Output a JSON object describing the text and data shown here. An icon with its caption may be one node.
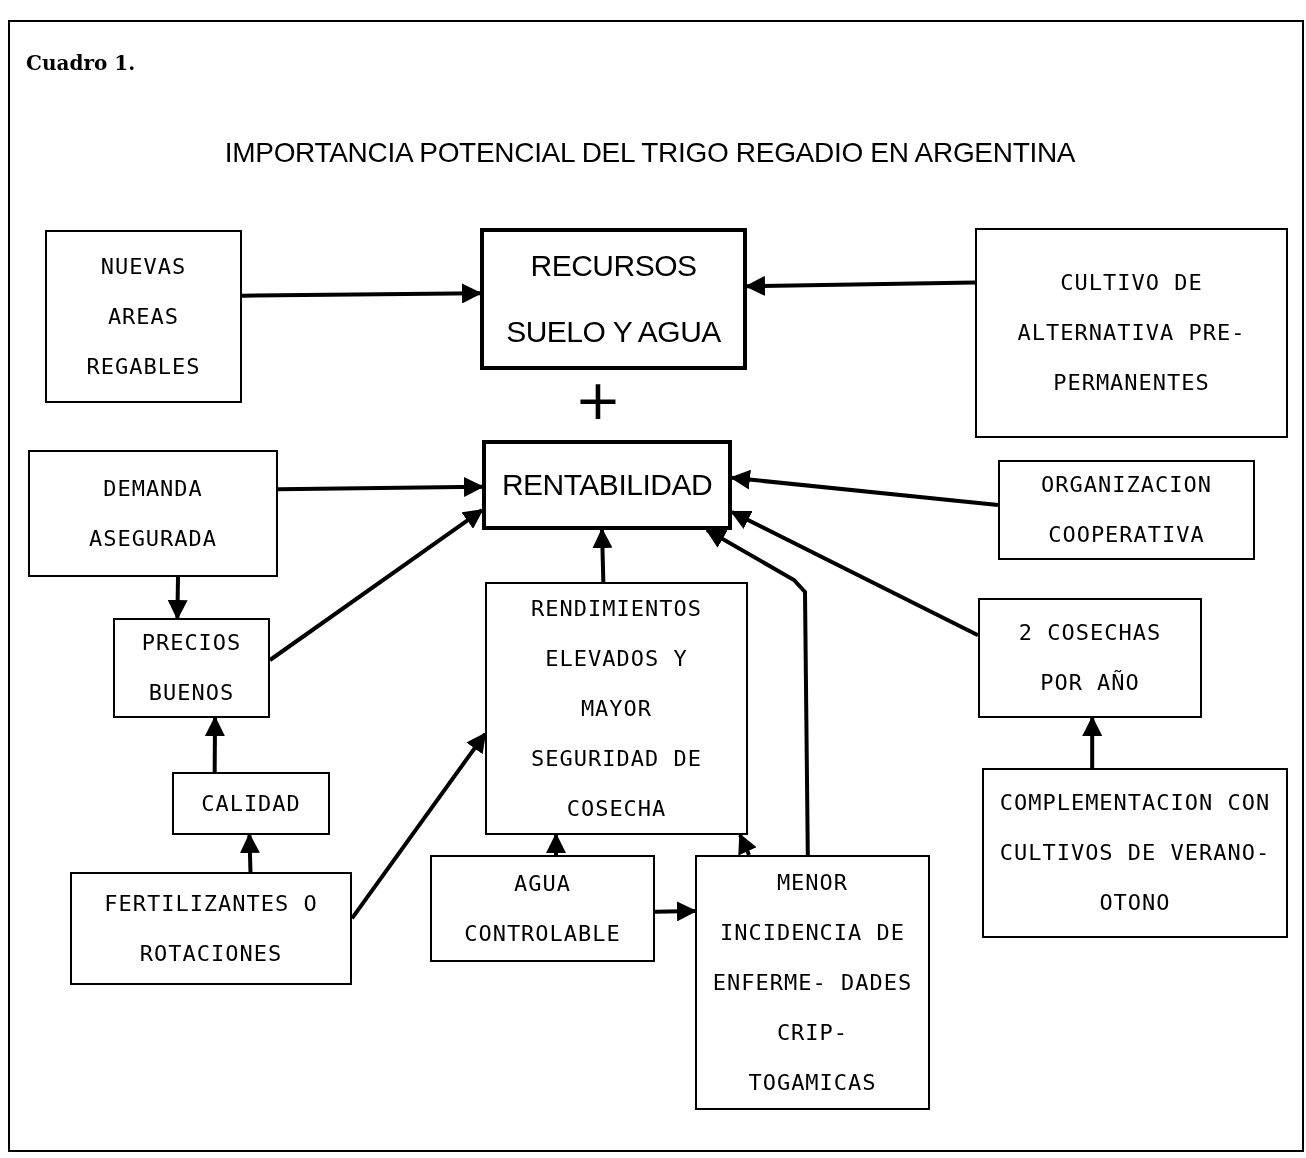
{
  "diagram": {
    "title": "IMPORTANCIA POTENCIAL DEL TRIGO REGADIO EN ARGENTINA",
    "nodes": [
      {
        "text": [
          "NUEVAS AREAS REGABLES"
        ]
      },
      {
        "text": [
          "RECURSOS SUELO Y AGUA"
        ]
      },
      {
        "text": [
          "CULTIVO DE ALTERNATIVA PRE-PERMANENTES"
        ]
      },
      {
        "text": [
          "RENTABILIDAD"
        ]
      },
      {
        "text": [
          "DEMANDA ASEGURADA"
        ]
      },
      {
        "text": [
          "ORGANIZACION COOPERATIVA"
        ]
      },
      {
        "text": [
          "PRECIOS BUENOS"
        ]
      },
      {
        "text": [
          "RENDIMIENTOS ELEVADOS Y MAYOR SEGURIDAD DE COSECHA"
        ]
      },
      {
        "text": [
          "2 COSECHAS POR AÑO"
        ]
      },
      {
        "text": [
          "CALIDAD"
        ]
      },
      {
        "text": [
          "FERTILIZANTES O ROTACIONES"
        ]
      },
      {
        "text": [
          "AGUA CONTROLABLE"
        ]
      },
      {
        "text": [
          "MENOR INCIDENCIA DE ENFERME- DADES CRIP- TOGAMICAS"
        ]
      },
      {
        "text": [
          "COMPLEMENTACION CON CULTIVOS DE VERANO-OTONO"
        ]
      }
    ],
    "edges": [
      {
        "from": 0,
        "to": 1,
        "arrow": "to"
      },
      {
        "from": 2,
        "to": 1,
        "arrow": "to"
      },
      {
        "from": 4,
        "to": 3,
        "arrow": "to"
      },
      {
        "from": 6,
        "to": 3,
        "arrow": "to"
      },
      {
        "from": 4,
        "to": 6,
        "arrow": "to"
      },
      {
        "from": 7,
        "to": 3,
        "arrow": "to"
      },
      {
        "from": 5,
        "to": 3,
        "arrow": "to"
      },
      {
        "from": 8,
        "to": 3,
        "arrow": "to"
      },
      {
        "from": 12,
        "to": 3,
        "arrow": "to"
      },
      {
        "from": 9,
        "to": 6,
        "arrow": "to"
      },
      {
        "from": 10,
        "to": 9,
        "arrow": "to"
      },
      {
        "from": 10,
        "to": 7,
        "arrow": "to"
      },
      {
        "from": 11,
        "to": 7,
        "arrow": "to"
      },
      {
        "from": 12,
        "to": 7,
        "arrow": "to"
      },
      {
        "from": 11,
        "to": 12,
        "arrow": "to"
      },
      {
        "from": 13,
        "to": 8,
        "arrow": "to"
      }
    ],
    "labels": [
      "Cuadro 1.",
      "+"
    ]
  }
}
